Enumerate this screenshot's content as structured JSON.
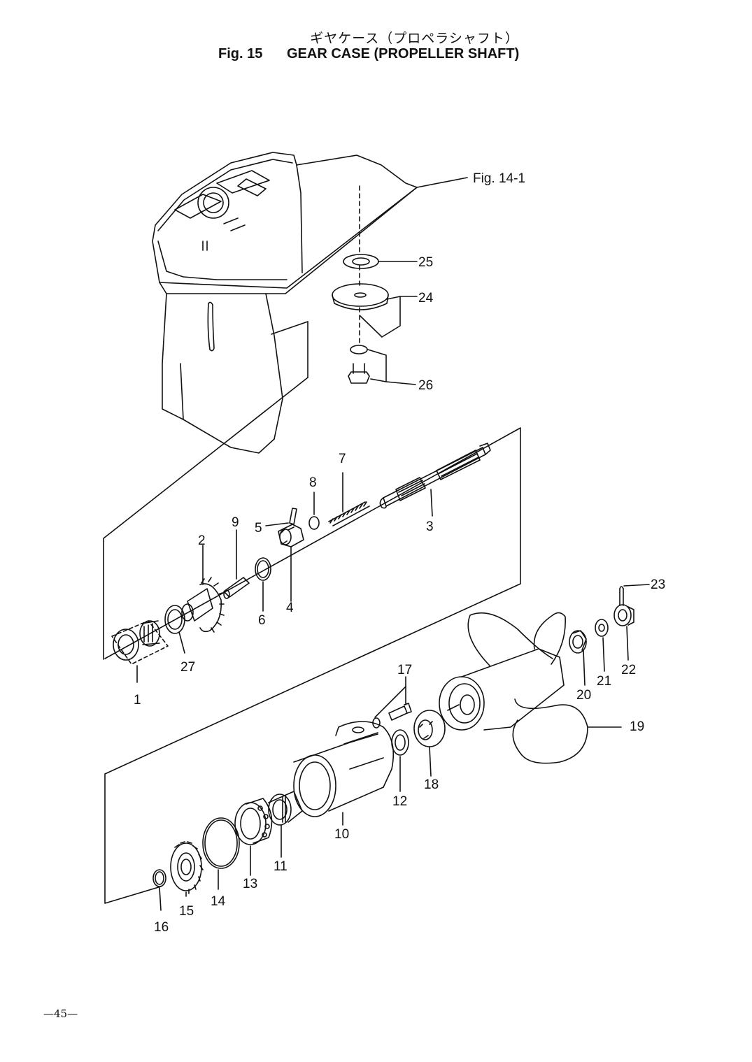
{
  "title": {
    "japanese": "ギヤケース（プロペラシャフト）",
    "figure_number": "Fig. 15",
    "english": "GEAR CASE (PROPELLER SHAFT)"
  },
  "reference": {
    "label": "Fig. 14-1"
  },
  "callouts": [
    "1",
    "2",
    "3",
    "4",
    "5",
    "6",
    "7",
    "8",
    "9",
    "10",
    "11",
    "12",
    "13",
    "14",
    "15",
    "16",
    "17",
    "18",
    "19",
    "20",
    "21",
    "22",
    "23",
    "24",
    "25",
    "26",
    "27"
  ],
  "page_number": "—45—"
}
